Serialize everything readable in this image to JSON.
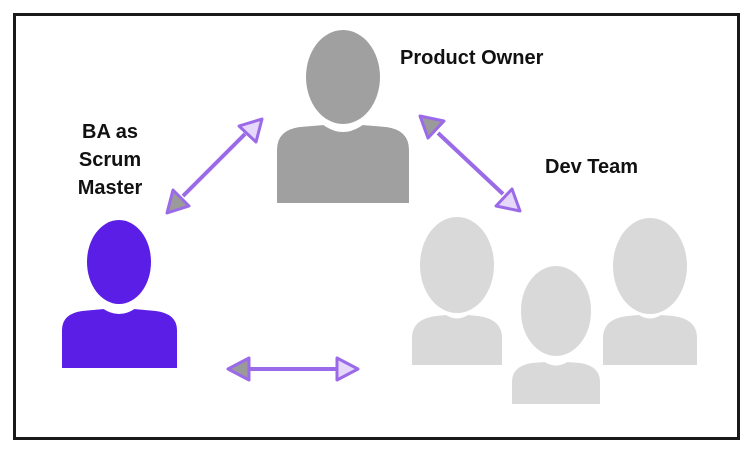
{
  "roles": {
    "product_owner": "Product Owner",
    "ba_scrum_master": [
      "BA as",
      "Scrum",
      "Master"
    ],
    "dev_team": "Dev Team"
  },
  "colors": {
    "frame": "#1a1a1a",
    "product_owner_figure": "#a0a0a0",
    "ba_figure": "#5b1ee6",
    "dev_team_figure": "#d9d9d9",
    "arrow_line": "#9b6ae8",
    "arrow_head_fill": "#e5d8fb",
    "arrow_head_alt_fill": "#9a9a9a"
  },
  "icons": {
    "product_owner": "person-icon",
    "ba": "person-icon",
    "dev_team": "person-group-icon",
    "connectors": "double-arrow-icon"
  }
}
